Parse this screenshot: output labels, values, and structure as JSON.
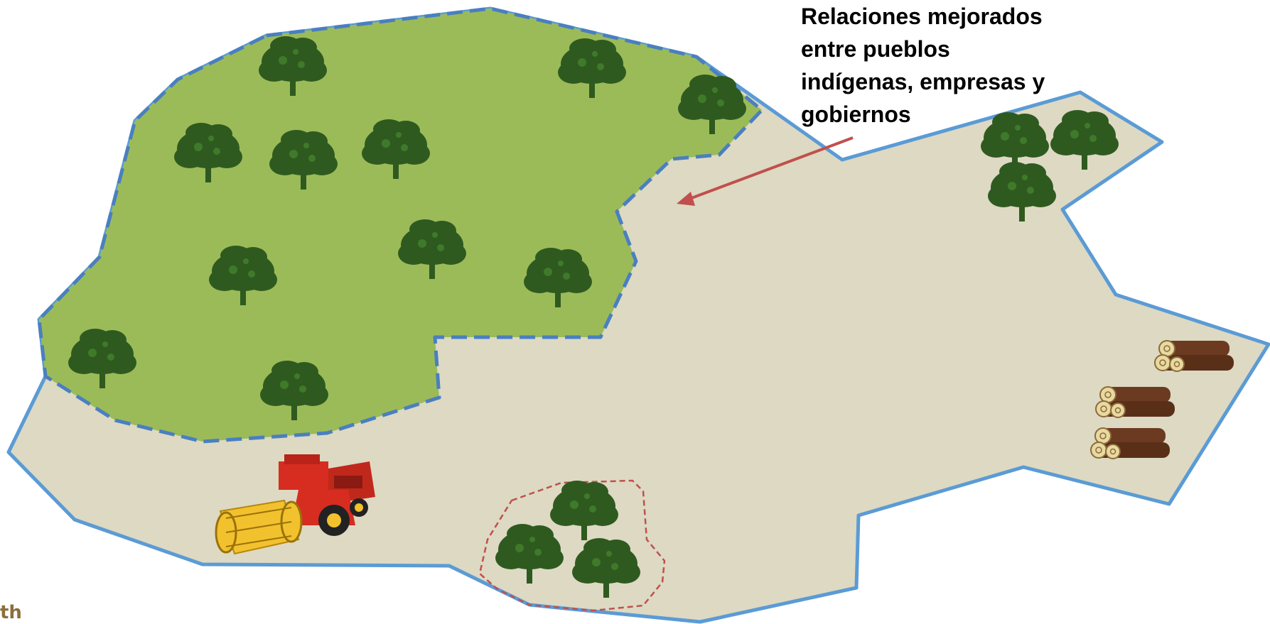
{
  "annotation": {
    "lines": [
      "Relaciones mejorados",
      "entre pueblos",
      "indígenas, empresas y",
      "gobiernos"
    ]
  },
  "corner_text": "th",
  "colors": {
    "territory_fill": "#ddd9c3",
    "territory_border": "#5b9bd5",
    "forest_fill": "#9bbb59",
    "forest_border": "#4a7fc0",
    "tree": "#2f5a1f",
    "tree_dark": "#1e4a14",
    "arrow": "#c0504d",
    "protected_border": "#c0504d",
    "log": "#6b3a21",
    "log_end": "#e8d9a0",
    "harvester_body": "#d62d20",
    "harvester_reel": "#f2c12e"
  },
  "icons": [
    "tree-icon",
    "log-pile-icon",
    "combine-harvester-icon"
  ]
}
